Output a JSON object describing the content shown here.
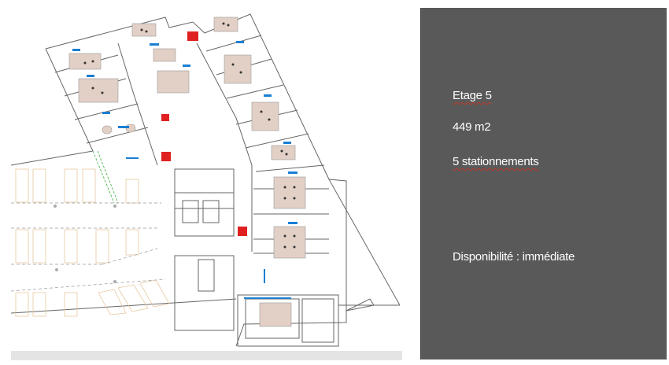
{
  "floor_plan": {
    "description": "Office floor plan with workstations, meeting rooms, stairs, elevators and parking",
    "colors": {
      "walls": "#555555",
      "desks": "#e2cfc6",
      "room_labels": "#1a7fd4",
      "fire_equipment": "#e02020",
      "parking_lines": "#e8c9a0",
      "green_path": "#3aaa3a"
    }
  },
  "info_panel": {
    "background": "#595959",
    "text_color": "#ffffff",
    "floor": "Etage 5",
    "area": "449 m2",
    "parking": "5 stationnements",
    "availability": "Disponibilité : immédiate"
  }
}
